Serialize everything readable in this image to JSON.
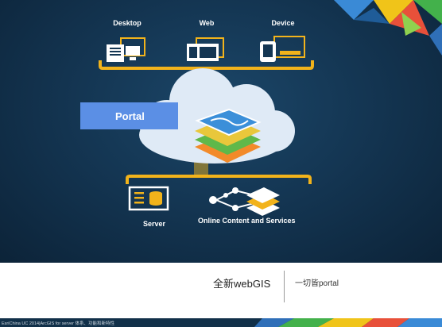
{
  "diagram": {
    "devices": [
      {
        "label": "Desktop",
        "icon": "desktop-icon"
      },
      {
        "label": "Web",
        "icon": "web-browser-icon"
      },
      {
        "label": "Device",
        "icon": "mobile-device-icon"
      }
    ],
    "portal_label": "Portal",
    "server_label": "Server",
    "online_label": "Online Content and Services"
  },
  "footer": {
    "left_title": "全新webGIS",
    "right_title": "一切皆portal",
    "caption": "EsriChina UC 2014|ArcGIS for server 体系、功能和新特性"
  },
  "colors": {
    "background": "#143653",
    "accent_gold": "#f2b31b",
    "portal_blue": "#5b8fe5",
    "cloud": "#dfeaf6",
    "layer_green": "#5fb84a",
    "layer_orange": "#f28a2a",
    "layer_blue": "#3b8fd9"
  }
}
